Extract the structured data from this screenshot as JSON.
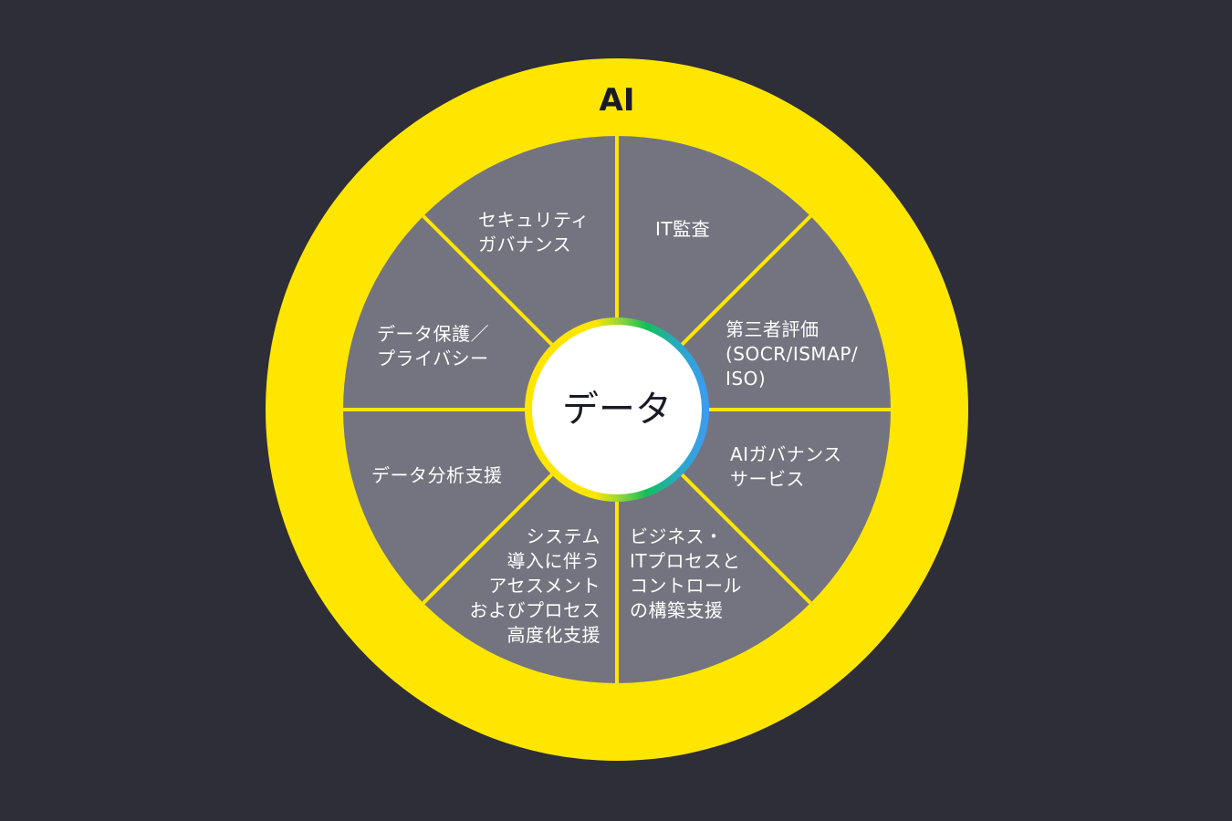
{
  "diagram": {
    "type": "concentric-wheel",
    "outer_ring": {
      "label": "AI",
      "color": "#ffe600"
    },
    "center": {
      "label": "データ",
      "ring_gradient": [
        "#ffe600",
        "#12c05a",
        "#3d9bf5"
      ],
      "fill": "#ffffff"
    },
    "segment_color": "#747480",
    "divider_color": "#ffe600",
    "background_color": "#2e2e38",
    "segments": [
      {
        "position": "top-right",
        "label": "IT監査"
      },
      {
        "position": "right-upper",
        "label": "第三者評価\n(SOCR/ISMAP/\nISO)"
      },
      {
        "position": "right-lower",
        "label": "AIガバナンス\nサービス"
      },
      {
        "position": "bottom-right",
        "label": "ビジネス・\nITプロセスと\nコントロール\nの構築支援"
      },
      {
        "position": "bottom-left",
        "label": "システム\n導入に伴う\nアセスメント\nおよびプロセス\n高度化支援"
      },
      {
        "position": "left-lower",
        "label": "データ分析支援"
      },
      {
        "position": "left-upper",
        "label": "データ保護／\nプライバシー"
      },
      {
        "position": "top-left",
        "label": "セキュリティ\nガバナンス"
      }
    ]
  }
}
